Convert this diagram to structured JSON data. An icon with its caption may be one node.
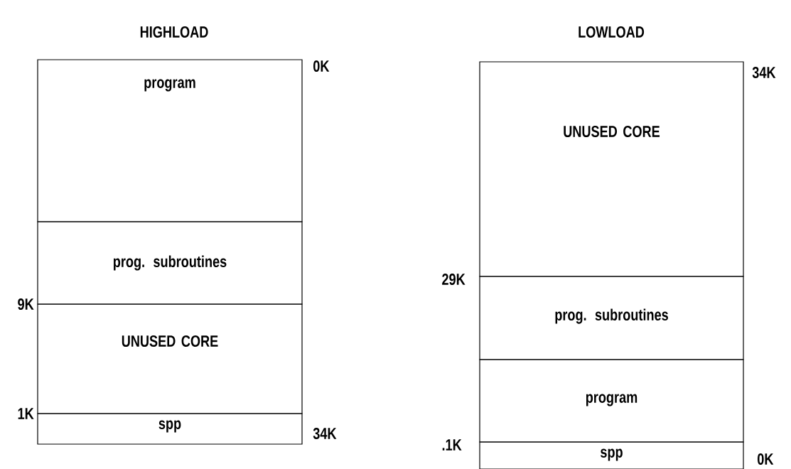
{
  "diagram": {
    "nodes": [
      {
        "text": [
          "program"
        ]
      },
      {
        "text": [
          "prog. subroutines"
        ]
      },
      {
        "text": [
          "UNUSED CORE"
        ]
      },
      {
        "text": [
          "spp"
        ]
      },
      {
        "text": [
          "UNUSED CORE"
        ]
      },
      {
        "text": [
          "prog. subroutines"
        ]
      },
      {
        "text": [
          "program"
        ]
      },
      {
        "text": [
          "spp"
        ]
      }
    ],
    "labels": [
      "HIGHLOAD",
      "LOWLOAD",
      "0K",
      "34K",
      "29K",
      "9K",
      "1K",
      "34K",
      ".1K",
      "0K"
    ]
  }
}
